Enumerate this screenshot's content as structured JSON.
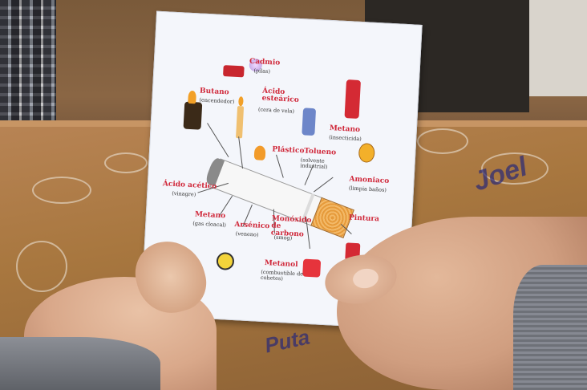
{
  "card": {
    "labels": {
      "cadmio": "Cadmio",
      "cadmio_sub": "(pilas)",
      "butano": "Butano",
      "butano_sub": "(encendedor)",
      "acido_estearico": "Ácido esteárico",
      "acido_estearico_sub": "(cera de vela)",
      "metano": "Metano",
      "metano_sub": "(insecticida)",
      "plastico": "Plástico",
      "tolueno": "Tolueno",
      "tolueno_sub": "(solvente industrial)",
      "amoniaco": "Amoniaco",
      "amoniaco_sub": "(limpia baños)",
      "acido_acetico": "Ácido acético",
      "acido_acetico_sub": "(vinagre)",
      "metano2": "Metano",
      "metano2_sub": "(gas cloacal)",
      "arsenico": "Arsénico",
      "arsenico_sub": "(veneno)",
      "monoxido": "Monóxido de carbono",
      "monoxido_sub": "(smog)",
      "pintura": "Pintura",
      "metanol": "Metanol",
      "metanol_sub": "(combustible de cohetes)"
    }
  },
  "desk": {
    "scribbles": [
      "Joel",
      "Puta"
    ]
  }
}
